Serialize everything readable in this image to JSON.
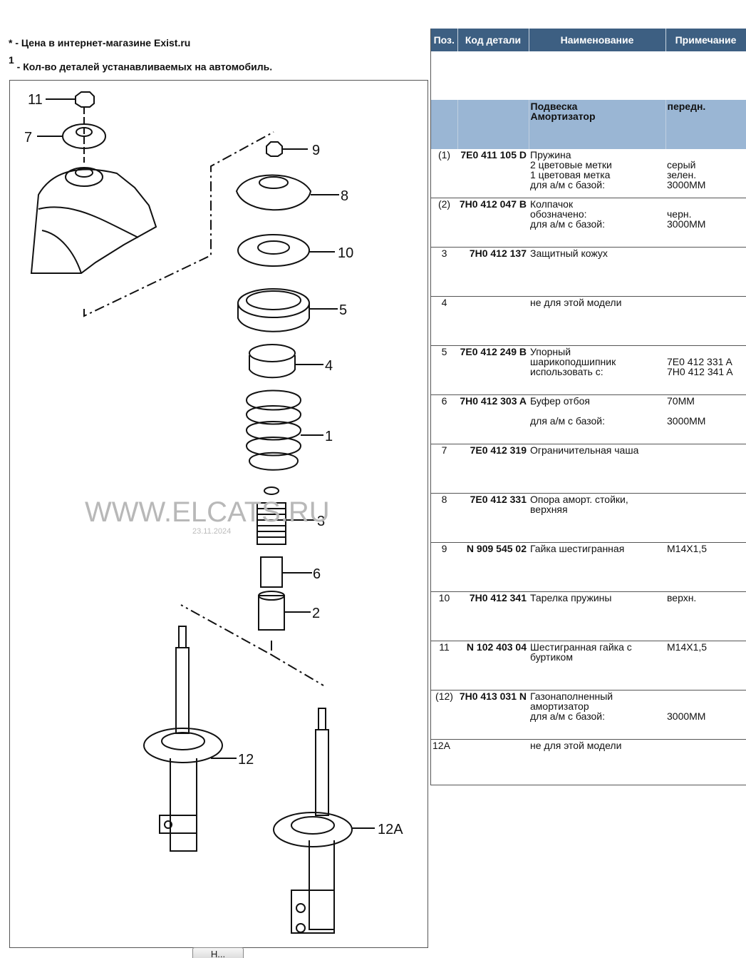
{
  "notes": {
    "price_marker": "*",
    "price_text": " - Цена в интернет-магазине Exist.ru",
    "qty_marker": "1",
    "qty_text": " - Кол-во деталей устанавливаемых на автомобиль."
  },
  "diagram": {
    "watermark": "WWW.ELCATS.RU",
    "watermark_date": "23.11.2024",
    "callouts": [
      "11",
      "7",
      "9",
      "8",
      "10",
      "5",
      "4",
      "1",
      "3",
      "6",
      "2",
      "12",
      "12A"
    ]
  },
  "button_label": "Н...",
  "table": {
    "headers": [
      "Поз.",
      "Код детали",
      "Наименование",
      "Примечание"
    ],
    "group": {
      "name": "Подвеска\nАмортизатор",
      "note": "передн."
    },
    "rows": [
      {
        "pos": "(1)",
        "code": "7E0 411 105 D",
        "name": "Пружина\n2 цветовые метки\n1 цветовая метка\nдля а/м с базой:",
        "note": "\nсерый\nзелен.\n3000MM"
      },
      {
        "pos": "(2)",
        "code": "7H0 412 047 B",
        "name": "Колпачок\nобозначено:\nдля а/м с базой:",
        "note": "\nчерн.\n3000MM"
      },
      {
        "pos": "3",
        "code": "7H0 412 137",
        "name": "Защитный кожух",
        "note": ""
      },
      {
        "pos": "4",
        "code": "",
        "name": "не для этой модели",
        "note": ""
      },
      {
        "pos": "5",
        "code": "7E0 412 249 B",
        "name": "Упорный\nшарикоподшипник\nиспользовать с:",
        "note": "\n7E0 412 331 A\n7H0 412 341 A"
      },
      {
        "pos": "6",
        "code": "7H0 412 303 A",
        "name": "Буфер отбоя\n\nдля а/м с базой:",
        "note": "70MM\n\n3000MM"
      },
      {
        "pos": "7",
        "code": "7E0 412 319",
        "name": "Ограничительная чаша",
        "note": ""
      },
      {
        "pos": "8",
        "code": "7E0 412 331",
        "name": "Опора аморт. стойки,\nверхняя",
        "note": ""
      },
      {
        "pos": "9",
        "code": "N 909 545 02",
        "name": "Гайка шестигранная",
        "note": "M14X1,5"
      },
      {
        "pos": "10",
        "code": "7H0 412 341",
        "name": "Тарелка пружины",
        "note": "верхн."
      },
      {
        "pos": "11",
        "code": "N 102 403 04",
        "name": "Шестигранная гайка с\nбуртиком",
        "note": "M14X1,5"
      },
      {
        "pos": "(12)",
        "code": "7H0 413 031 N",
        "name": "Газонаполненный\nамортизатор\nдля а/м с базой:",
        "note": "\n\n3000MM"
      },
      {
        "pos": "12A",
        "code": "",
        "name": "не для этой модели",
        "note": ""
      }
    ]
  }
}
